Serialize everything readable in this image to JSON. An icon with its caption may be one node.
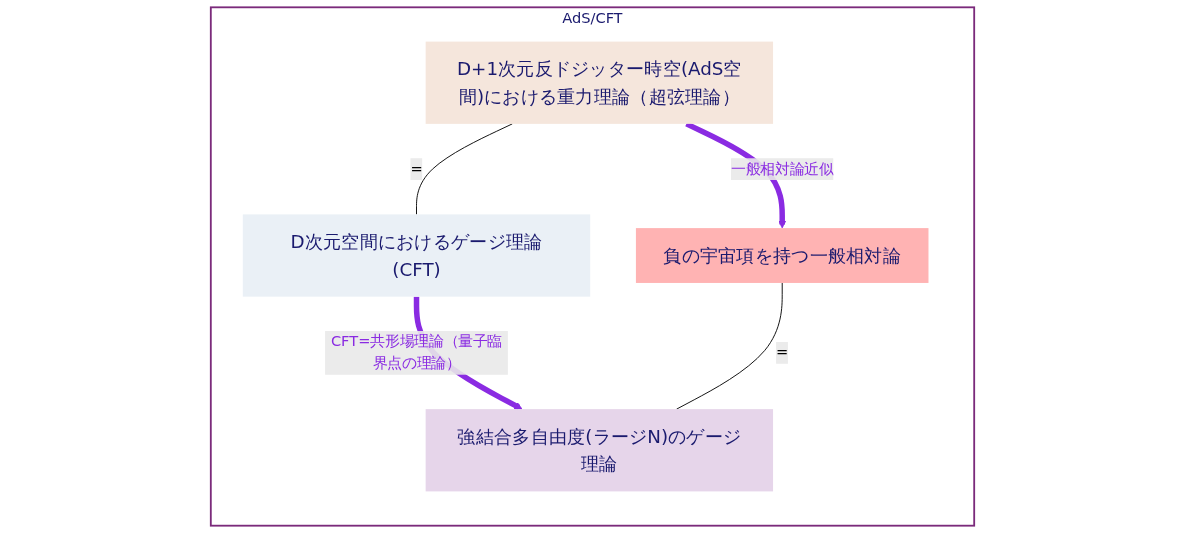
{
  "diagram": {
    "nodes": [
      {
        "text": [
          "AdS/CFT"
        ]
      },
      {
        "text": [
          "D+1次元反ドジッター時空(AdS空間)における重力理論（超弦理論）"
        ],
        "in": 0
      },
      {
        "text": [
          "D次元空間におけるゲージ理論(CFT)"
        ],
        "in": 0
      },
      {
        "text": [
          "負の宇宙項を持つ一般相対論"
        ],
        "in": 0
      },
      {
        "text": [
          "強結合多自由度(ラージN)のゲージ理論"
        ],
        "in": 0
      }
    ],
    "edges": [
      {
        "from": 1,
        "to": 2,
        "arrow": "none",
        "label": "=",
        "color": "#000000"
      },
      {
        "from": 1,
        "to": 3,
        "arrow": "to",
        "label": "一般相対論近似",
        "style": "thick",
        "color": "#8a2be2"
      },
      {
        "from": 2,
        "to": 4,
        "arrow": "to",
        "label": "CFT=共形場理論（量子臨界点の理論）",
        "style": "thick",
        "color": "#8a2be2"
      },
      {
        "from": 3,
        "to": 4,
        "arrow": "none",
        "label": "=",
        "color": "#000000"
      }
    ]
  }
}
